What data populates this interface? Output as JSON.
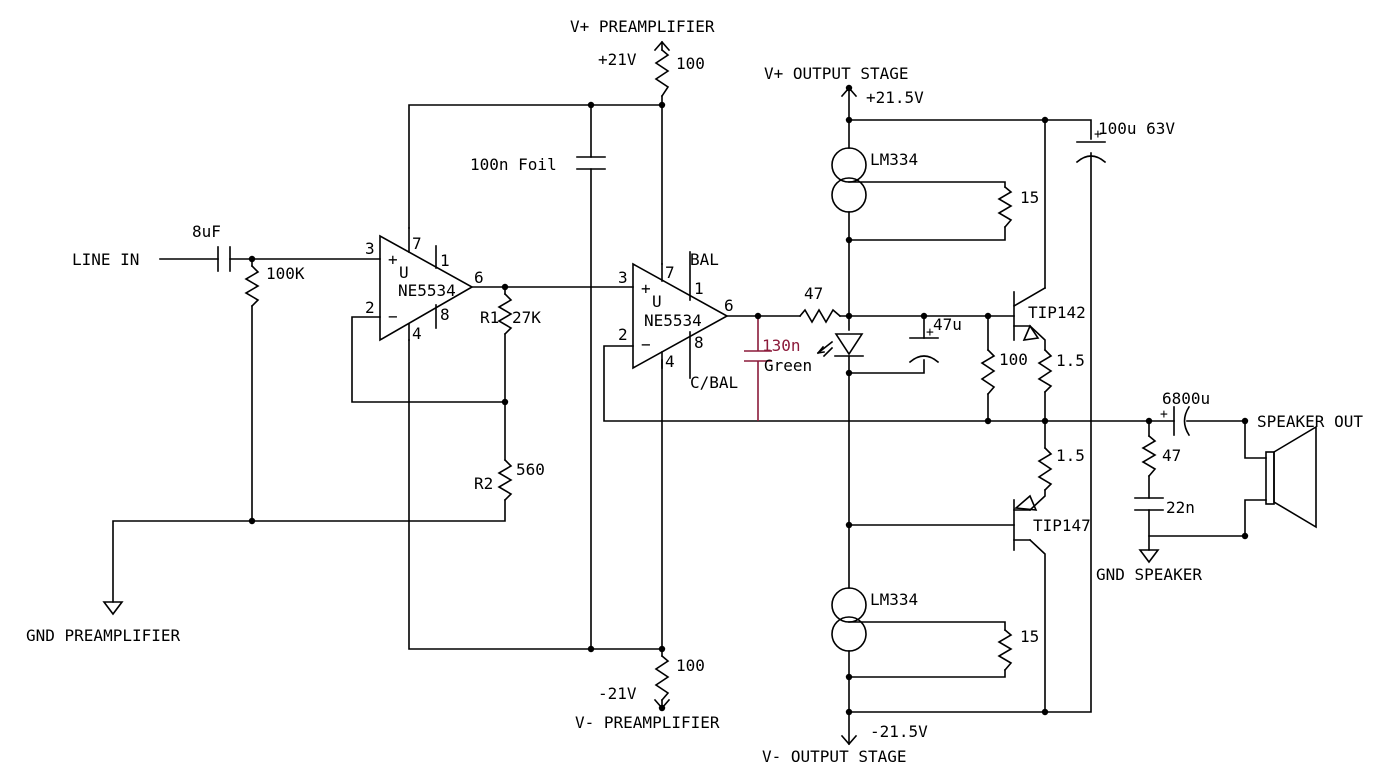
{
  "rails": {
    "pre_pos_name": "V+ PREAMPLIFIER",
    "pre_pos_volt": "+21V",
    "pre_neg_name": "V- PREAMPLIFIER",
    "pre_neg_volt": "-21V",
    "out_pos_name": "V+ OUTPUT STAGE",
    "out_pos_volt": "+21.5V",
    "out_neg_name": "V- OUTPUT STAGE",
    "out_neg_volt": "-21.5V"
  },
  "labels": {
    "line_in": "LINE IN",
    "gnd_pre": "GND PREAMPLIFIER",
    "gnd_speaker": "GND SPEAKER",
    "speaker_out": "SPEAKER OUT"
  },
  "parts": {
    "c_in": "8uF",
    "r_in": "100K",
    "r_pre_pos": "100",
    "r_pre_neg": "100",
    "c_foil": "100n Foil",
    "r1_name": "R1",
    "r1_val": "27K",
    "r2_name": "R2",
    "r2_val": "560",
    "c_130n": "130n",
    "r_47": "47",
    "led": "Green",
    "c_47u": "47u",
    "r_100": "100",
    "c_100u": "100u 63V",
    "r_15_top": "15",
    "r_15_bot": "15",
    "r_15e_top": "1.5",
    "r_15e_bot": "1.5",
    "c_6800u": "6800u",
    "r_zob": "47",
    "c_zob": "22n",
    "q_top": "TIP142",
    "q_bot": "TIP147",
    "ccs_top": "LM334",
    "ccs_bot": "LM334"
  },
  "opamp1": {
    "name": "NE5534",
    "u": "U",
    "plus": "+",
    "minus": "−",
    "p3": "3",
    "p2": "2",
    "p7": "7",
    "p4": "4",
    "p1": "1",
    "p8": "8",
    "p6": "6"
  },
  "opamp2": {
    "name": "NE5534",
    "u": "U",
    "plus": "+",
    "minus": "−",
    "p3": "3",
    "p2": "2",
    "p7": "7",
    "p4": "4",
    "p1": "1",
    "p8": "8",
    "p6": "6",
    "bal": "BAL",
    "cbal": "C/BAL"
  },
  "polarity": {
    "plus": "+"
  },
  "colors": {
    "wire": "#000000",
    "accent": "#8b1a3a"
  }
}
